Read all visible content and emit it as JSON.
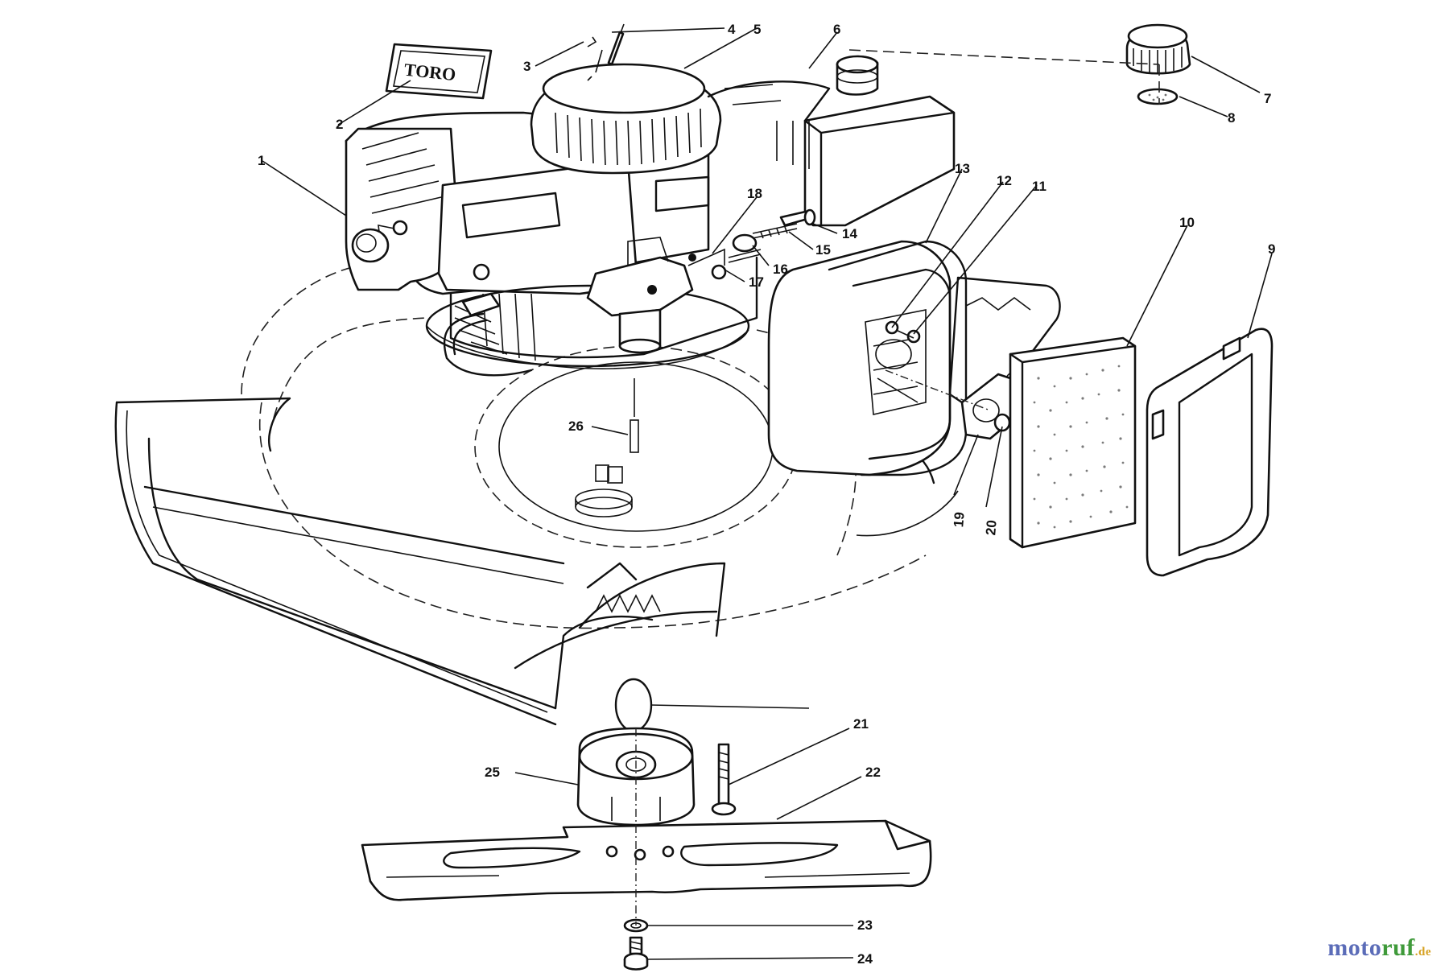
{
  "diagram": {
    "parts": [
      {
        "id": "1",
        "label": "1"
      },
      {
        "id": "2",
        "label": "2"
      },
      {
        "id": "3",
        "label": "3"
      },
      {
        "id": "4",
        "label": "4"
      },
      {
        "id": "5",
        "label": "5"
      },
      {
        "id": "6",
        "label": "6"
      },
      {
        "id": "7",
        "label": "7"
      },
      {
        "id": "8",
        "label": "8"
      },
      {
        "id": "9",
        "label": "9"
      },
      {
        "id": "10",
        "label": "10"
      },
      {
        "id": "11",
        "label": "11"
      },
      {
        "id": "12",
        "label": "12"
      },
      {
        "id": "13",
        "label": "13"
      },
      {
        "id": "14",
        "label": "14"
      },
      {
        "id": "15",
        "label": "15"
      },
      {
        "id": "16",
        "label": "16"
      },
      {
        "id": "17",
        "label": "17"
      },
      {
        "id": "18",
        "label": "18"
      },
      {
        "id": "19",
        "label": "19"
      },
      {
        "id": "20",
        "label": "20"
      },
      {
        "id": "21",
        "label": "21"
      },
      {
        "id": "22",
        "label": "22"
      },
      {
        "id": "23",
        "label": "23"
      },
      {
        "id": "24",
        "label": "24"
      },
      {
        "id": "25",
        "label": "25"
      },
      {
        "id": "26",
        "label": "26"
      }
    ],
    "logo_text": "TORO",
    "line_color": "#111111",
    "background": "#ffffff"
  },
  "watermark": {
    "part1": "moto",
    "part2": "ruf",
    "part3": ".de",
    "colors": [
      "#5b6cb8",
      "#3f9a3a",
      "#d6a020"
    ]
  }
}
